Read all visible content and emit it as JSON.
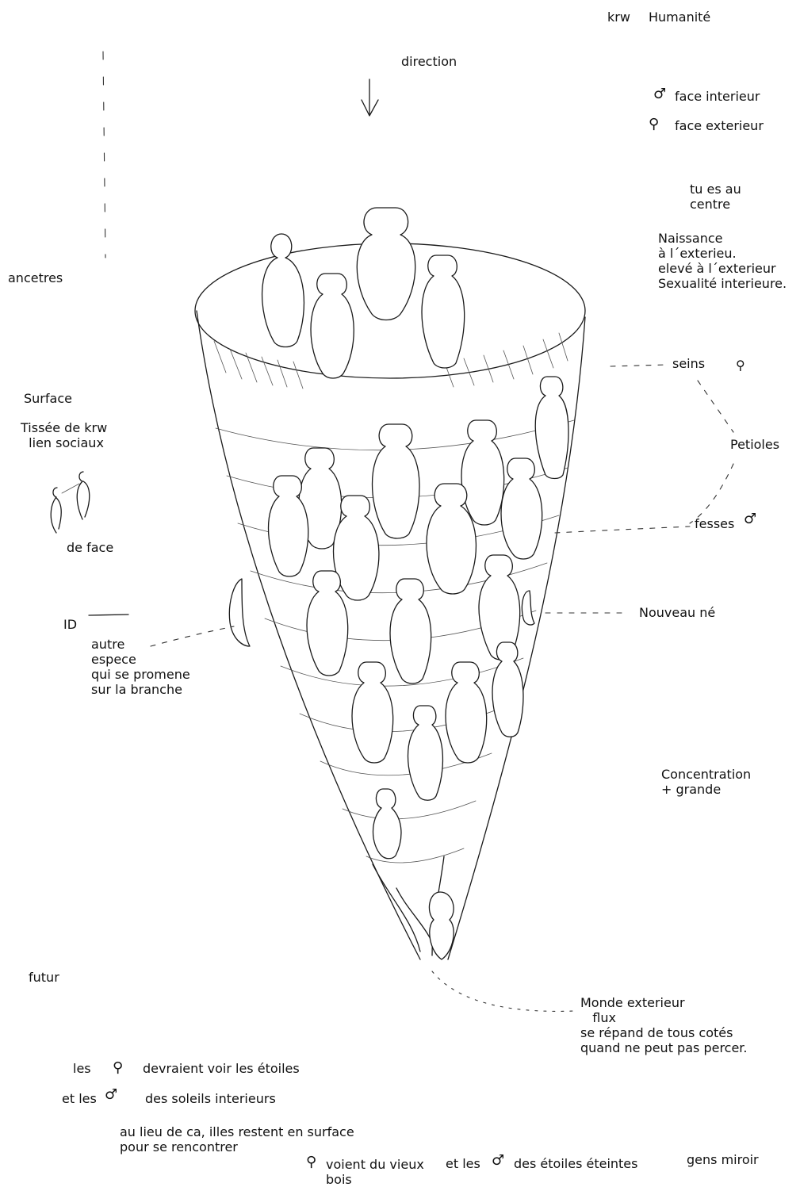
{
  "labels": {
    "krw": "krw",
    "humanite": "Humanité",
    "direction": "direction",
    "face_interieur": "face interieur",
    "face_exterieur": "face exterieur",
    "tu_es_au_centre": "tu es au\ncentre",
    "naissance": "Naissance\nà l´exterieu.\nelevé à l´exterieur\nSexualité interieure.",
    "ancetres": "ancetres",
    "seins": "seins",
    "surface": "Surface",
    "tissee": "Tissée de krw\n  lien sociaux",
    "petioles": "Petioles",
    "de_face": "de face",
    "fesses": "fesses",
    "id": "ID",
    "autre_espece": "autre\nespece\nqui se promene\nsur la branche",
    "nouveau_ne": "Nouveau né",
    "concentration": "Concentration\n+ grande",
    "futur": "futur",
    "monde_exterieur": "Monde exterieur\n   flux\nse répand de tous cotés\nquand ne peut pas percer.",
    "les": "les",
    "devraient_voir": "devraient voir les étoiles",
    "et_les_1": "et les",
    "soleils": "des soleils interieurs",
    "au_lieu": "au lieu de ca, illes restent en surface\npour se rencontrer",
    "voient": "voient du vieux\nbois",
    "et_les_2": "et les",
    "etoiles_eteintes": "des étoiles éteintes",
    "gens_miroir": "gens miroir"
  },
  "symbols": {
    "male": "♂",
    "female_inverted": "⚲"
  }
}
